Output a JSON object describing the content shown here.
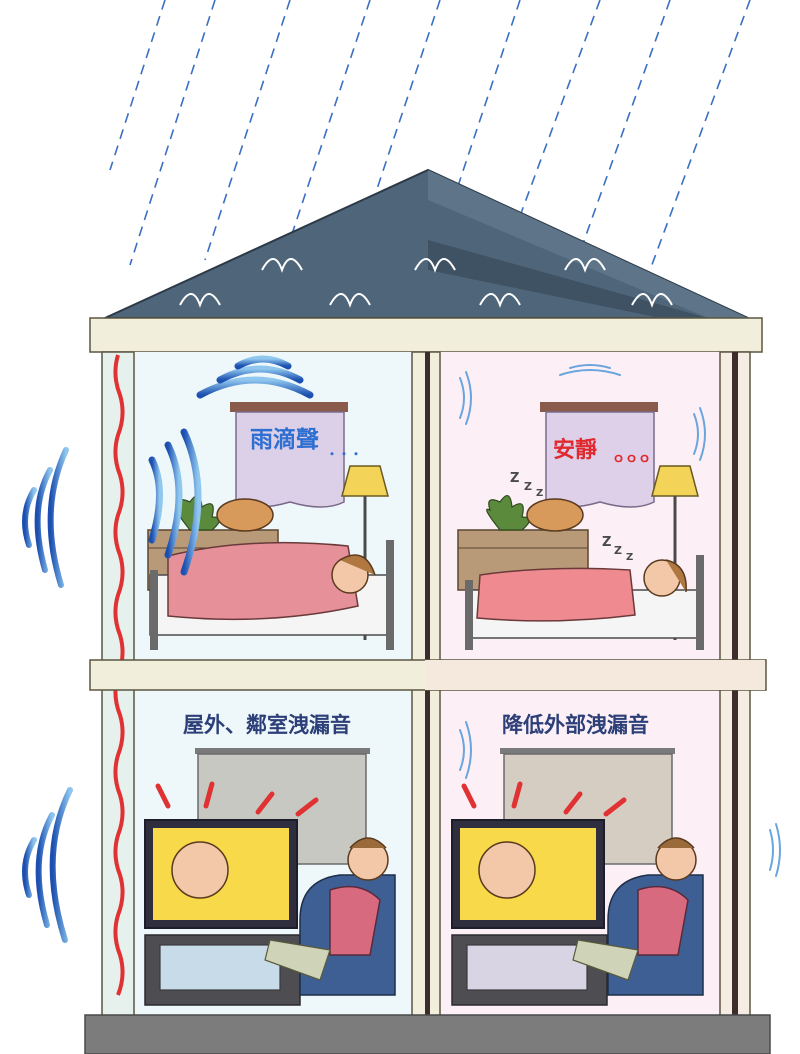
{
  "rooms": {
    "upper_left": {
      "caption": "雨滴聲",
      "caption_tail": "・・・"
    },
    "upper_right": {
      "caption": "安靜",
      "caption_tail": "ｏｏｏ"
    },
    "lower_left": {
      "caption": "屋外、鄰室洩漏音"
    },
    "lower_right": {
      "caption": "降低外部洩漏音"
    }
  },
  "snore": {
    "z": "Z"
  },
  "colors": {
    "roof": "#4f6579",
    "left_room_bg": "#eef8fb",
    "right_room_bg": "#fcf0f6",
    "caption_blue": "#2f6fd1",
    "caption_red": "#e0282d",
    "caption_navy": "#2d3f78",
    "frame": "#f1efdc",
    "wall_dark": "#3e2c2c",
    "noise_wave": "#2a6fd1",
    "red_wire": "#e03232",
    "ground": "#7c7c7c"
  }
}
